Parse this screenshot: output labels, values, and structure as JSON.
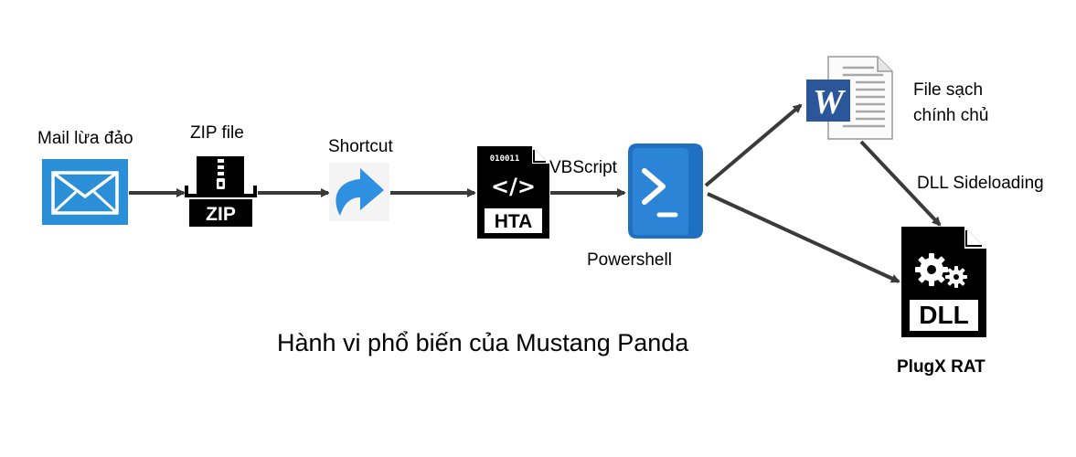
{
  "labels": {
    "mail": "Mail lừa đảo",
    "zip": "ZIP file",
    "shortcut": "Shortcut",
    "vbscript": "VBScript",
    "powershell": "Powershell",
    "clean_file_line1": "File sạch",
    "clean_file_line2": "chính chủ",
    "dll_sideloading": "DLL Sideloading",
    "plugx": "PlugX RAT"
  },
  "icon_text": {
    "zip": "ZIP",
    "hta_binary": "010011",
    "hta_code": "</>",
    "hta": "HTA",
    "word": "W",
    "dll": "DLL"
  },
  "caption": "Hành vi phổ biến của Mustang Panda",
  "colors": {
    "arrow": "#3a3a3a",
    "mail_blue": "#2b8fd8",
    "shortcut_blue": "#2f8fe0",
    "powershell_blue": "#1f6fc2",
    "word_blue": "#2b579a"
  }
}
